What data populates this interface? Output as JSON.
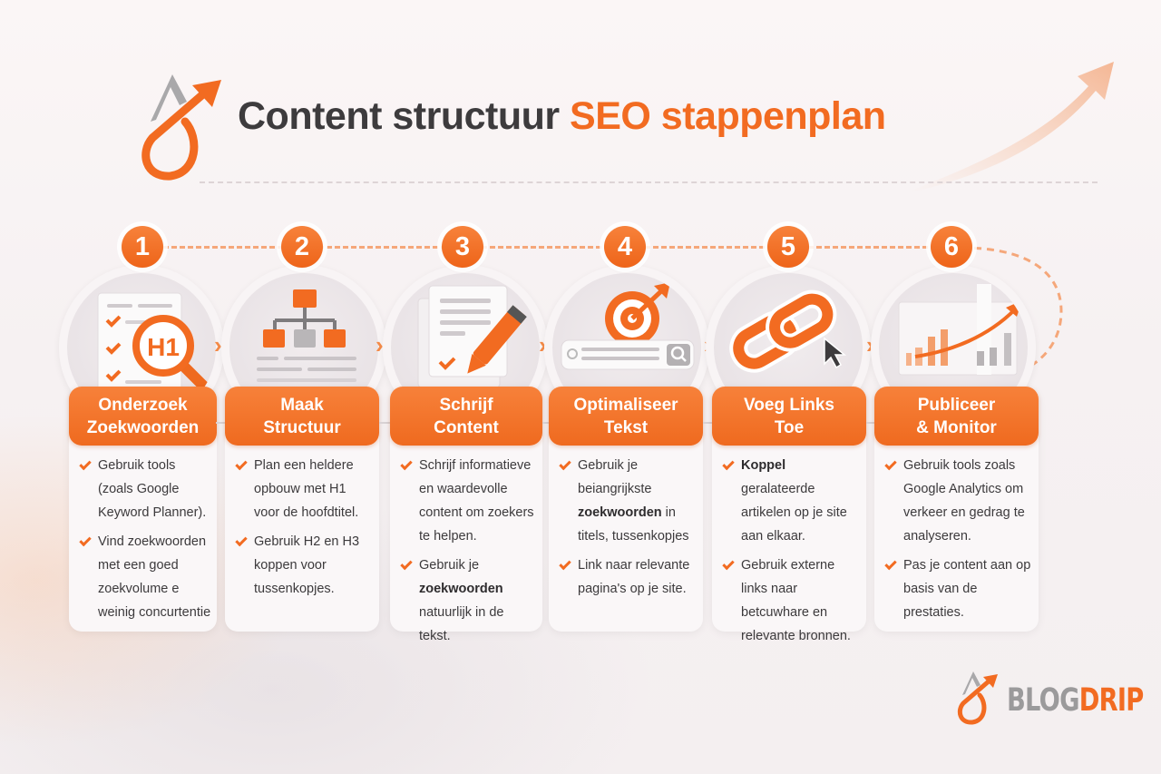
{
  "header": {
    "title_part1": "Content structuur",
    "title_part2": "SEO stappenplan",
    "logo_icon": "drop-arrow-logo-icon"
  },
  "colors": {
    "accent": "#f26b21",
    "title_dark": "#3d3b3d",
    "brand_grey": "#9b9a9b",
    "background": "#f6f1f2"
  },
  "steps": [
    {
      "number": "1",
      "icon": "document-h1-magnifier-icon",
      "title_line1": "Onderzoek",
      "title_line2": "Zoekwoorden",
      "bullets": [
        {
          "bold": "",
          "text": "Gebruik tools (zoals Google Keyword Planner)."
        },
        {
          "bold": "",
          "text": "Vind zoekwoorden met een goed zoekvolume e weinig concurtentie"
        }
      ]
    },
    {
      "number": "2",
      "icon": "hierarchy-sitemap-icon",
      "title_line1": "Maak",
      "title_line2": "Structuur",
      "bullets": [
        {
          "bold": "",
          "text": "Plan een heldere opbouw met H1 voor de hoofdtitel."
        },
        {
          "bold": "",
          "text": "Gebruik H2 en H3 koppen voor tussenkopjes."
        }
      ]
    },
    {
      "number": "3",
      "icon": "document-pencil-icon",
      "title_line1": "Schrijf",
      "title_line2": "Content",
      "bullets": [
        {
          "bold": "",
          "text": "Schrijf informatieve en waardevolle content om zoekers te helpen."
        },
        {
          "pre": "Gebruik je ",
          "bold": "zoekwoorden",
          "text": " natuurlijk in de tekst."
        }
      ]
    },
    {
      "number": "4",
      "icon": "target-searchbar-icon",
      "title_line1": "Optimaliseer",
      "title_line2": "Tekst",
      "bullets": [
        {
          "pre": "Gebruik je beiangrijkste ",
          "bold": "zoekwoorden",
          "text": " in titels, tussenkopjes"
        },
        {
          "bold": "",
          "text": "Link naar relevante pagina's op je site."
        }
      ]
    },
    {
      "number": "5",
      "icon": "chain-link-cursor-icon",
      "title_line1": "Voeg Links",
      "title_line2": "Toe",
      "bullets": [
        {
          "pre": "",
          "bold": "Koppel",
          "text": " geralateerde artikelen op je site aan elkaar."
        },
        {
          "bold": "",
          "text": "Gebruik externe links naar betcuwhare en relevante bronnen."
        }
      ]
    },
    {
      "number": "6",
      "icon": "bar-chart-growth-icon",
      "title_line1": "Publiceer",
      "title_line2": "& Monitor",
      "bullets": [
        {
          "bold": "",
          "text": "Gebruik tools zoals Google Analytics om verkeer en gedrag te analyseren."
        },
        {
          "bold": "",
          "text": "Pas je content aan op basis van de prestaties."
        }
      ]
    }
  ],
  "brand": {
    "part1": "BLOG",
    "part2": "DRIP"
  }
}
